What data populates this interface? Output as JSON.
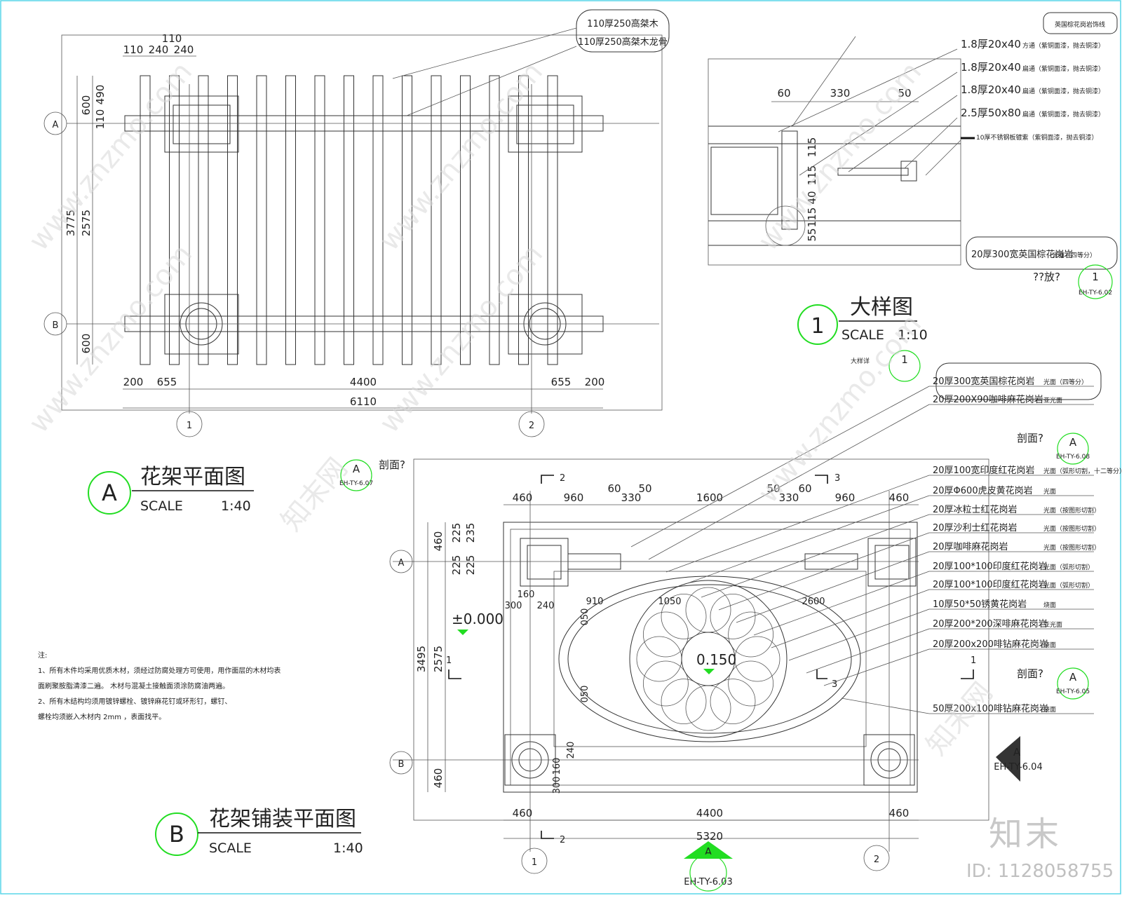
{
  "plan_a": {
    "letter": "A",
    "title": "花架平面图",
    "scale_label": "SCALE",
    "scale_value": "1:40",
    "dims_top": [
      "110",
      "240",
      "240",
      "110"
    ],
    "dims_left": [
      "600",
      "110",
      "490",
      "3775",
      "2575",
      "600"
    ],
    "dims_bottom": [
      "200",
      "655",
      "4400",
      "655",
      "200"
    ],
    "dim_total": "6110",
    "axes": [
      "A",
      "B",
      "1",
      "2"
    ],
    "callouts": [
      "110厚250高桀木",
      "110厚250高桀木龙骨"
    ]
  },
  "detail": {
    "number": "1",
    "title": "大样图",
    "scale_label": "SCALE",
    "scale_value": "1:10",
    "dims_top": [
      "60",
      "330",
      "50"
    ],
    "dims_side": [
      "115",
      "115",
      "40",
      "115",
      "55"
    ],
    "callouts": [
      "英国棕花岗岩饰线",
      "1.8厚20x40",
      "方通（紫铜面漆，抛去铜漆）",
      "1.8厚20x40",
      "扁通（紫铜面漆，抛去铜漆）",
      "1.8厚20x40",
      "扁通（紫铜面漆，抛去铜漆）",
      "2.5厚50x80",
      "扁通（紫铜面漆，抛去铜漆）",
      "10厚不锈钢板镀紫（紫铜面漆，抛去铜漆）",
      "20厚300宽英国棕花岗岩",
      "光面（四等分）"
    ],
    "ref_text": "??放?",
    "ref_num": "1",
    "ref_code": "EH-TY-6.02"
  },
  "plan_b": {
    "letter": "B",
    "title": "花架铺装平面图",
    "scale_label": "SCALE",
    "scale_value": "1:40",
    "dims_top": [
      "460",
      "960",
      "60",
      "330",
      "50",
      "1600",
      "50",
      "330",
      "60",
      "960",
      "460"
    ],
    "dims_left": [
      "460",
      "225",
      "235",
      "225",
      "225",
      "3495",
      "2575",
      "460"
    ],
    "dims_inner": [
      "160",
      "300",
      "240",
      "910",
      "1050",
      "2600",
      "050",
      "050",
      "160",
      "300",
      "240"
    ],
    "dims_bottom": [
      "460",
      "4400",
      "460"
    ],
    "dim_total": "5320",
    "level_1": "±0.000",
    "level_2": "0.150",
    "axes": [
      "A",
      "B",
      "1",
      "2"
    ],
    "sections": [
      "2",
      "3",
      "1",
      "1",
      "3",
      "2"
    ],
    "section_label": "剖面?",
    "refs": [
      {
        "letter": "A",
        "code": "EH-TY-6.07"
      },
      {
        "letter": "A",
        "code": "EH-TY-6.08"
      },
      {
        "letter": "A",
        "code": "EH-TY-6.05"
      },
      {
        "letter": "A",
        "code": "EH-TY-6.04"
      },
      {
        "letter": "A",
        "code": "EH-TY-6.03"
      }
    ],
    "detail_ref": {
      "label": "大样详",
      "num": "1"
    },
    "callouts": [
      {
        "spec": "20厚300宽英国棕花岗岩",
        "finish": "光面（四等分）"
      },
      {
        "spec": "20厚200X90咖啡麻花岗岩",
        "finish": "亚光面"
      },
      {
        "spec": "20厚100宽印度红花岗岩",
        "finish": "光面（弧形切割，十二等分）"
      },
      {
        "spec": "20厚Φ600虎皮黄花岗岩",
        "finish": "光面"
      },
      {
        "spec": "20厚冰粒士红花岗岩",
        "finish": "光面（按图形切割）"
      },
      {
        "spec": "20厚沙利士红花岗岩",
        "finish": "光面（按图形切割）"
      },
      {
        "spec": "20厚咖啡麻花岗岩",
        "finish": "光面（按图形切割）"
      },
      {
        "spec": "20厚100*100印度红花岗岩",
        "finish": "光面（弧形切割）"
      },
      {
        "spec": "20厚100*100印度红花岗岩",
        "finish": "光面（弧形切割）"
      },
      {
        "spec": "10厚50*50锈黄花岗岩",
        "finish": "烧面"
      },
      {
        "spec": "20厚200*200深啡麻花岗岩",
        "finish": "亚光面"
      },
      {
        "spec": "20厚200x200啡钻麻花岗岩",
        "finish": "烧面"
      },
      {
        "spec": "50厚200x100啡钻麻花岗岩",
        "finish": "烧面"
      }
    ]
  },
  "notes": {
    "heading": "注:",
    "lines": [
      "1、所有木件均采用优质木材，须经过防腐处理方可使用，用作面层的木材均表",
      "面刷聚胺脂清漆二遍。 木材与混凝土接触面须涂防腐油两遍。",
      "2、所有木结构均须用镀锌螺栓、镀锌麻花钉或环形钉，螺钉、",
      "螺栓均须嵌入木材内 2mm ，表面找平。"
    ]
  },
  "watermark": {
    "brand": "知末",
    "site": "www.znzmo.com",
    "site_alt": "知末网",
    "id": "ID: 1128058755"
  },
  "colors": {
    "accent": "#22dd22",
    "frame": "#58d6e8",
    "line": "#333333"
  }
}
